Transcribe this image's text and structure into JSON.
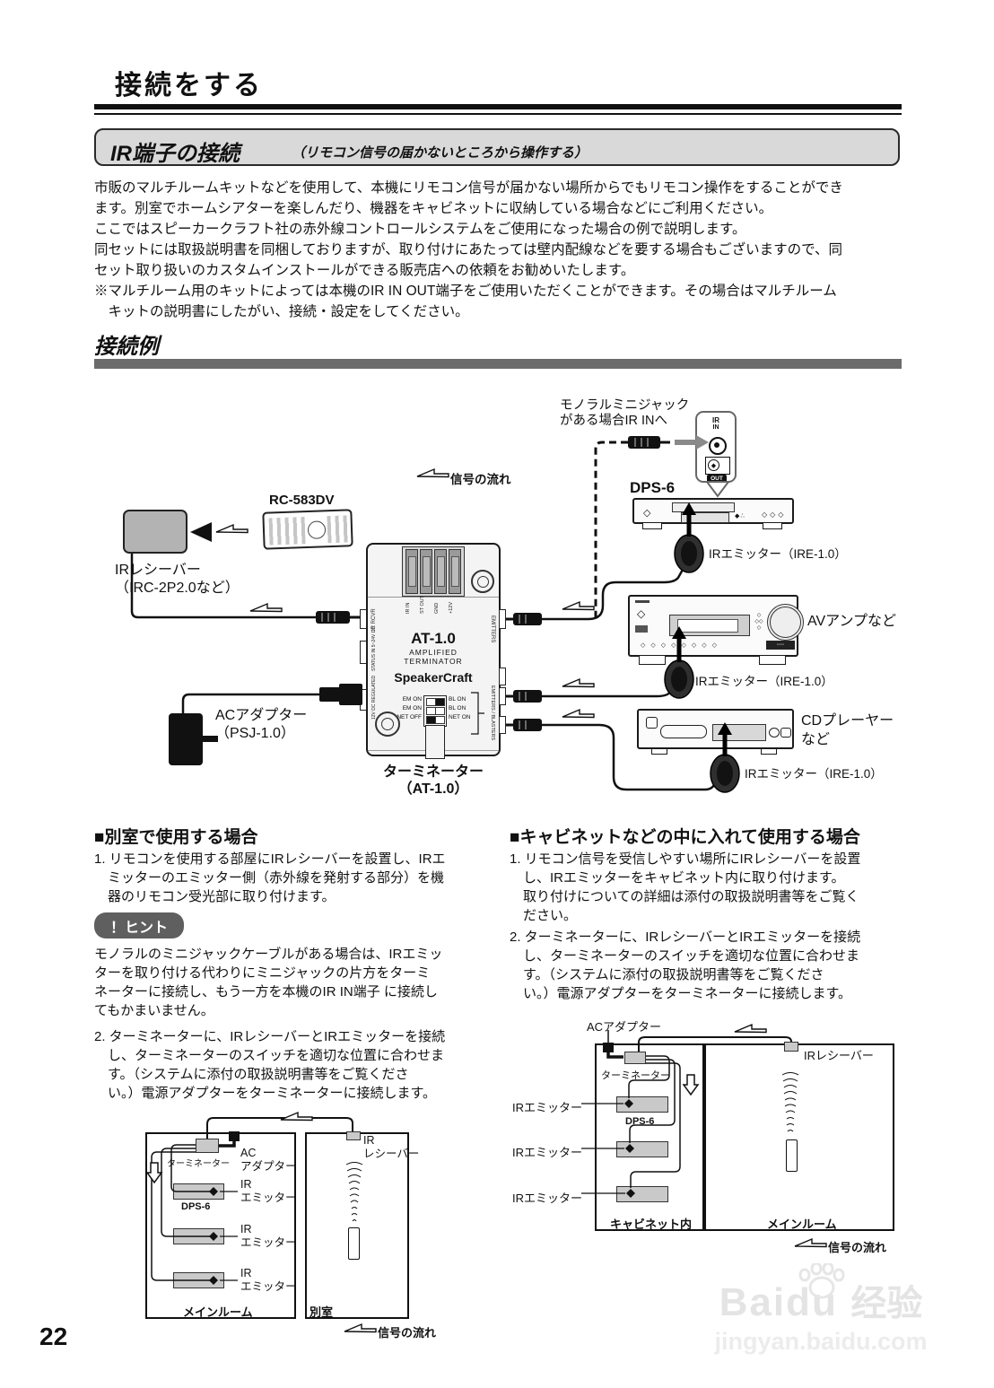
{
  "page": {
    "number": "22",
    "title": "接続をする"
  },
  "intro_section": {
    "title": "IR端子の接続",
    "subtitle": "（リモコン信号の届かないところから操作する）",
    "body": "市販のマルチルームキットなどを使用して、本機にリモコン信号が届かない場所からでもリモコン操作をすることができ\nます。別室でホームシアターを楽しんだり、機器をキャビネットに収納している場合などにご利用ください。\nここではスピーカークラフト社の赤外線コントロールシステムをご使用になった場合の例で説明します。\n同セットには取扱説明書を同梱しておりますが、取り付けにあたっては壁内配線などを要する場合もございますので、同\nセット取り扱いのカスタムインストールができる販売店への依頼をお勧めいたします。\n※マルチルーム用のキットによっては本機のIR IN OUT端子をご使用いただくことができます。その場合はマルチルーム\n　キットの説明書にしたがい、接続・設定をしてください。"
  },
  "example": {
    "title": "接続例"
  },
  "common": {
    "signal_flow": "信号の流れ"
  },
  "diagram": {
    "minijack_callout": "モノラルミニジャック\nがある場合IR INへ",
    "panel": {
      "ir": "IR",
      "in_label": "IN",
      "out_label": "OUT"
    },
    "dps6": "DPS-6",
    "remote_model": "RC-583DV",
    "receiver_label": "IRレシーバー\n（IRC-2P2.0など）",
    "ac_adapter_label": "ACアダプター\n（PSJ-1.0）",
    "emitter_label": "IRエミッター（IRE-1.0）",
    "av_amp_label": "AVアンプなど",
    "cd_player_label": "CDプレーヤー\nなど",
    "terminator_caption": "ターミネーター\n（AT-1.0）",
    "terminator": {
      "model": "AT-1.0",
      "type1": "AMPLIFIED",
      "type2": "TERMINATOR",
      "brand": "SpeakerCraft",
      "terminal_labels": [
        "IR IN",
        "ST OUT",
        "GND",
        "+12V"
      ],
      "left_jack_labels": [
        "IR RCVR",
        "STATUS IN 5~24V DC",
        "12V DC REGULATED"
      ],
      "right_jack_labels": [
        "EMITTERS",
        "EMITTERS / BLASTERS"
      ],
      "switch_left": [
        "EM ON",
        "EM ON",
        "NET OFF"
      ],
      "switch_right": [
        "BL ON",
        "BL ON",
        "NET ON"
      ]
    }
  },
  "left_column": {
    "heading": "■別室で使用する場合",
    "step1": "1. リモコンを使用する部屋にIRレシーバーを設置し、IRエ\n　ミッターのエミッター側（赤外線を発射する部分）を機\n　器のリモコン受光部に取り付けます。",
    "hint_label": "！ヒント",
    "hint_text": "モノラルのミニジャックケーブルがある場合は、IRエミッ\nターを取り付ける代わりにミニジャックの片方をターミ\nネーターに接続し、もう一方を本機のIR IN端子 に接続し\nてもかまいません。",
    "step2": "2. ターミネーターに、IRレシーバーとIRエミッターを接続\n　し、ターミネーターのスイッチを適切な位置に合わせま\n　す。（システムに添付の取扱説明書等をご覧くださ\n　い。）電源アダプターをターミネーターに接続します。"
  },
  "right_column": {
    "heading": "■キャビネットなどの中に入れて使用する場合",
    "step1": "1. リモコン信号を受信しやすい場所にIRレシーバーを設置\n　し、IRエミッターをキャビネット内に取り付けます。\n　取り付けについての詳細は添付の取扱説明書等をご覧く\n　ださい。",
    "step2": "2. ターミネーターに、IRレシーバーとIRエミッターを接続\n　し、ターミネーターのスイッチを適切な位置に合わせま\n　す。（システムに添付の取扱説明書等をご覧くださ\n　い。）電源アダプターをターミネーターに接続します。"
  },
  "room_diagram": {
    "ac_adapter": "AC\nアダプター",
    "terminator": "ターミネーター",
    "dps6": "DPS-6",
    "emitter": "IR\nエミッター",
    "main_room": "メインルーム",
    "other_room": "別室",
    "receiver": "IR\nレシーバー"
  },
  "cabinet_diagram": {
    "ac_adapter": "ACアダプター",
    "terminator": "ターミネーター",
    "dps6": "DPS-6",
    "emitter": "IRエミッター",
    "cabinet": "キャビネット内",
    "main_room": "メインルーム",
    "receiver": "IRレシーバー"
  },
  "watermark": {
    "brand": "Baidu",
    "suffix": "经验",
    "url": "jingyan.baidu.com"
  }
}
